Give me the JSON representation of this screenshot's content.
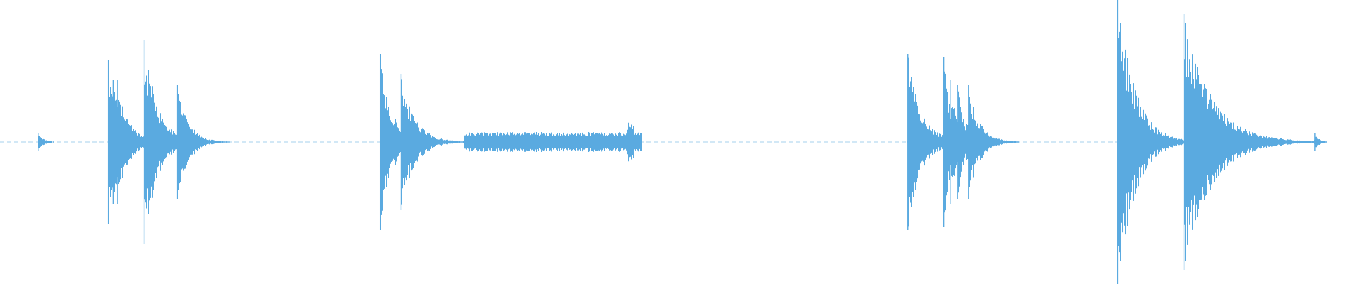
{
  "waveform": {
    "color": "#5aaae0",
    "duration_fraction_end": 0.973,
    "baseline_fraction": 0.5,
    "events": [
      {
        "t": 0.028,
        "amp": 0.03,
        "decay": 0.004
      },
      {
        "t": 0.0795,
        "amp": 0.29,
        "decay": 0.01
      },
      {
        "t": 0.083,
        "amp": 0.22,
        "decay": 0.008
      },
      {
        "t": 0.086,
        "amp": 0.22,
        "decay": 0.008
      },
      {
        "t": 0.1055,
        "amp": 0.36,
        "decay": 0.01
      },
      {
        "t": 0.13,
        "amp": 0.2,
        "decay": 0.008
      },
      {
        "t": 0.279,
        "amp": 0.31,
        "decay": 0.008
      },
      {
        "t": 0.294,
        "amp": 0.24,
        "decay": 0.01
      },
      {
        "t": 0.6655,
        "amp": 0.31,
        "decay": 0.01
      },
      {
        "t": 0.692,
        "amp": 0.3,
        "decay": 0.006
      },
      {
        "t": 0.697,
        "amp": 0.22,
        "decay": 0.006
      },
      {
        "t": 0.702,
        "amp": 0.2,
        "decay": 0.006
      },
      {
        "t": 0.71,
        "amp": 0.2,
        "decay": 0.008
      },
      {
        "t": 0.8195,
        "amp": 0.54,
        "decay": 0.012
      },
      {
        "t": 0.868,
        "amp": 0.45,
        "decay": 0.02
      },
      {
        "t": 0.964,
        "amp": 0.03,
        "decay": 0.003
      }
    ],
    "sustained": [
      {
        "start": 0.34,
        "end": 0.47,
        "amp": 0.035
      },
      {
        "start": 0.459,
        "end": 0.465,
        "amp": 0.07
      }
    ]
  }
}
